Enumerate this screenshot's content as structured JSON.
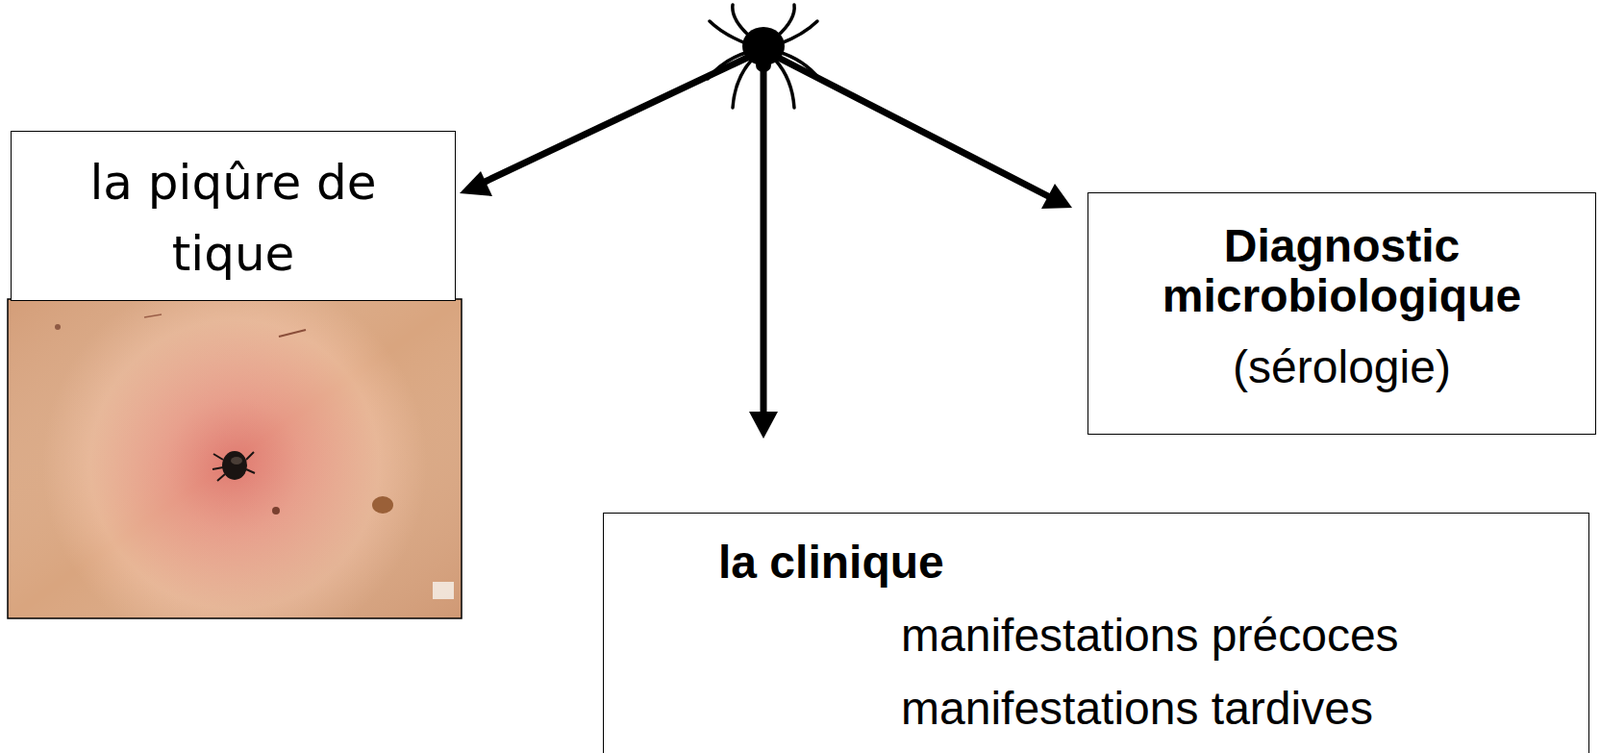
{
  "diagram": {
    "nodes": [
      {
        "text": [
          "la piqûre de tique"
        ]
      },
      {
        "text": [
          "Diagnostic microbiologique",
          "(sérologie)"
        ]
      },
      {
        "text": [
          "la clinique",
          "manifestations précoces",
          "manifestations tardives"
        ]
      }
    ]
  }
}
